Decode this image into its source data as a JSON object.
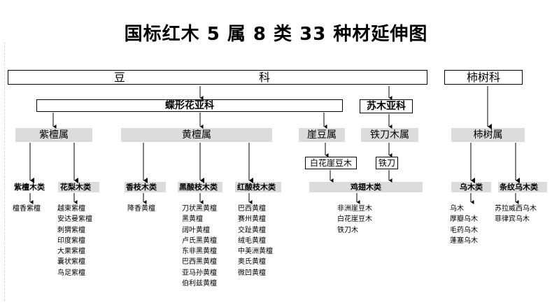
{
  "title": "国标红木 5 属 8 类 33 种材延伸图",
  "families": {
    "dou_left": "豆",
    "dou_right": "科",
    "shishu": "柿树科"
  },
  "subfamilies": {
    "diexing": "蝶形花亚科",
    "sumu": "苏木亚科"
  },
  "genera": {
    "zitan": "紫檀属",
    "huangtan": "黄檀属",
    "yadou": "崖豆属",
    "tiedaomu": "铁刀木属",
    "shishu": "柿树属"
  },
  "mid_nodes": {
    "baihua": "白花崖豆木",
    "tiedao": "铁刀"
  },
  "categories": {
    "zitanmu": "紫檀木类",
    "hualimu": "花梨木类",
    "xiangzhimu": "香枝木类",
    "heisuanzhimu": "黑酸枝木类",
    "hongsuanzhimu": "红酸枝木类",
    "jichimu": "鸡翅木类",
    "wumu": "乌木类",
    "tiaowenwumu": "条纹乌木类"
  },
  "species": {
    "zitanmu": [
      "檀香紫檀"
    ],
    "hualimu": [
      "越柬紫檀",
      "安达曼紫檀",
      "刺猬紫檀",
      "印度紫檀",
      "大果紫檀",
      "囊状紫檀",
      "鸟足紫檀"
    ],
    "xiangzhimu": [
      "降香黄檀"
    ],
    "heisuanzhimu": [
      "刀状黑黄檀",
      "黑黄檀",
      "阔叶黄檀",
      "卢氏黑黄檀",
      "东非黑黄檀",
      "巴西黑黄檀",
      "亚马孙黄檀",
      "伯利兹黄檀"
    ],
    "hongsuanzhimu": [
      "巴西黄檀",
      "赛州黄檀",
      "交趾黄檀",
      "绒毛黄檀",
      "中美洲黄檀",
      "奥氏黄檀",
      "微凹黄檀"
    ],
    "jichimu": [
      "非洲崖豆木",
      "白花崖豆木",
      "铁刀木"
    ],
    "wumu": [
      "乌木",
      "厚瓣乌木",
      "毛药乌木",
      "蓬塞乌木"
    ],
    "tiaowenwumu": [
      "苏拉威西乌木",
      "菲律宾乌木"
    ]
  }
}
